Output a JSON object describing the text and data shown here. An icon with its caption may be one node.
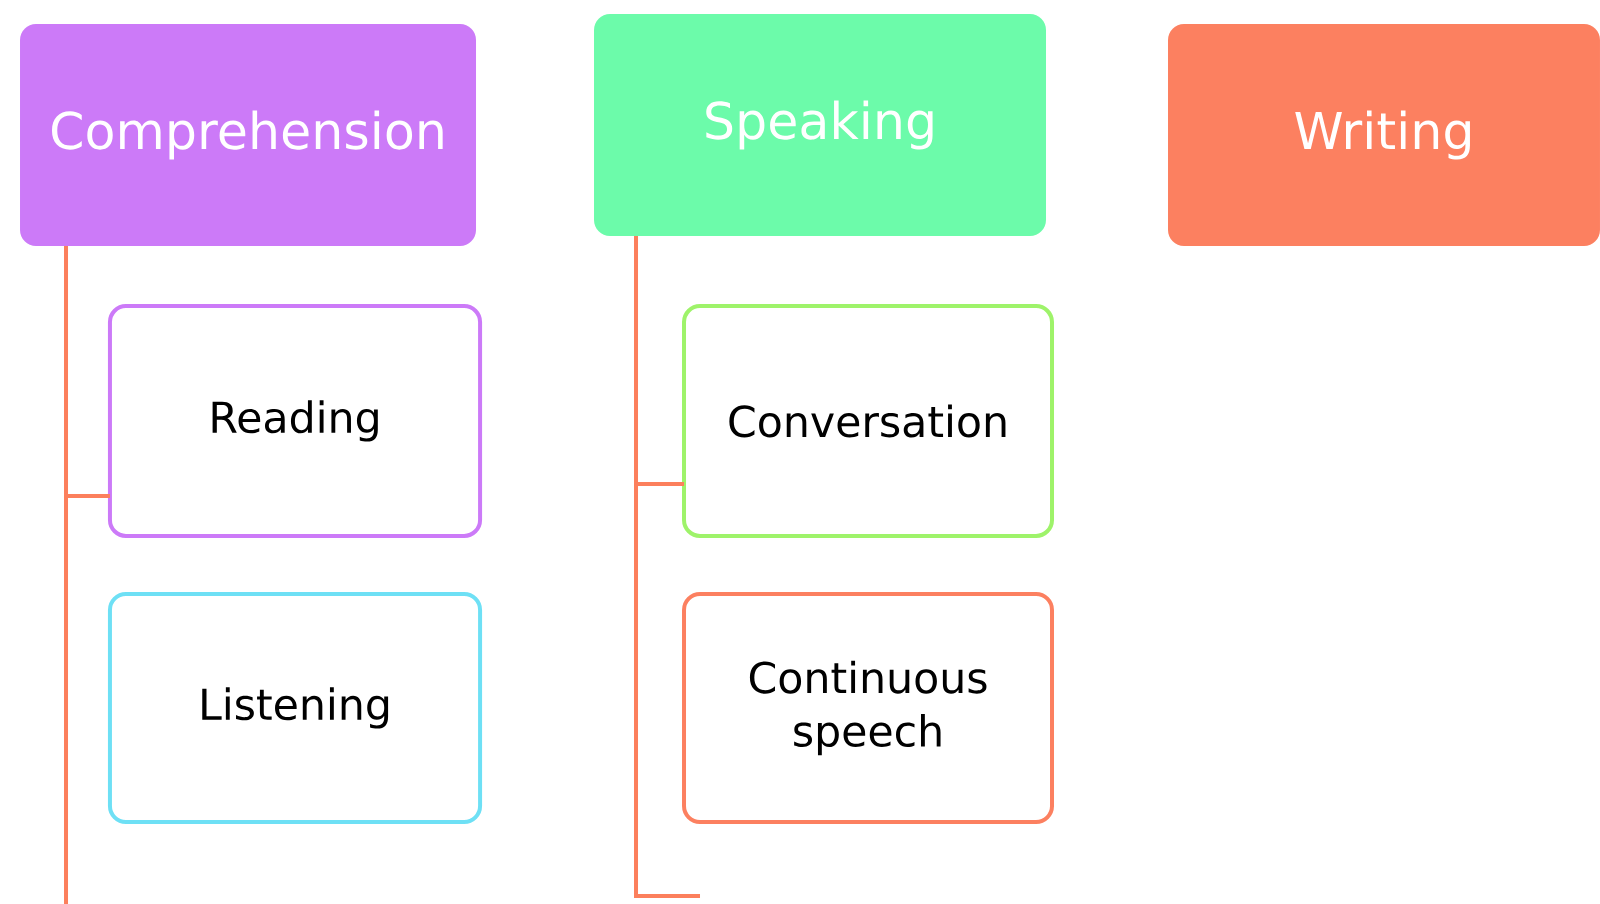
{
  "diagram": {
    "nodes": [
      {
        "text": [
          "Comprehension"
        ]
      },
      {
        "text": [
          "Reading"
        ]
      },
      {
        "text": [
          "Listening"
        ]
      },
      {
        "text": [
          "Speaking"
        ]
      },
      {
        "text": [
          "Conversation"
        ]
      },
      {
        "text": [
          "Continuous speech"
        ]
      },
      {
        "text": [
          "Writing"
        ]
      }
    ],
    "edges": [
      {
        "from": 0,
        "to": 1,
        "arrow": "none"
      },
      {
        "from": 3,
        "to": 4,
        "arrow": "none"
      }
    ]
  }
}
